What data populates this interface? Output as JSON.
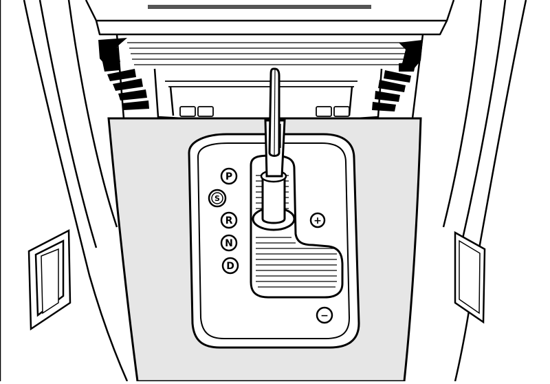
{
  "gear_positions": [
    {
      "id": "p",
      "label": "P"
    },
    {
      "id": "s",
      "label": "S"
    },
    {
      "id": "r",
      "label": "R"
    },
    {
      "id": "n",
      "label": "N"
    },
    {
      "id": "d",
      "label": "D"
    }
  ],
  "manual_shift": {
    "plus": "+",
    "minus": "−"
  },
  "colors": {
    "line": "#000000",
    "panel": "#e6e6e6",
    "background": "#ffffff"
  }
}
